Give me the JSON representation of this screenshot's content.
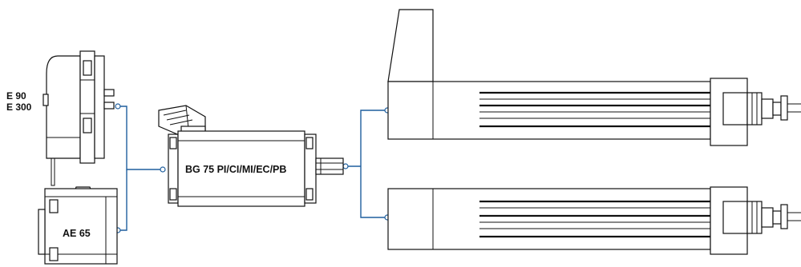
{
  "labels": {
    "encoder_top_line1": "E 90",
    "encoder_top_line2": "E 300",
    "encoder_bottom": "AE 65",
    "motor": "BG 75 PI/CI/MI/EC/PB"
  },
  "colors": {
    "line": "#111111",
    "wire": "#1f5f9e",
    "background": "#ffffff"
  }
}
